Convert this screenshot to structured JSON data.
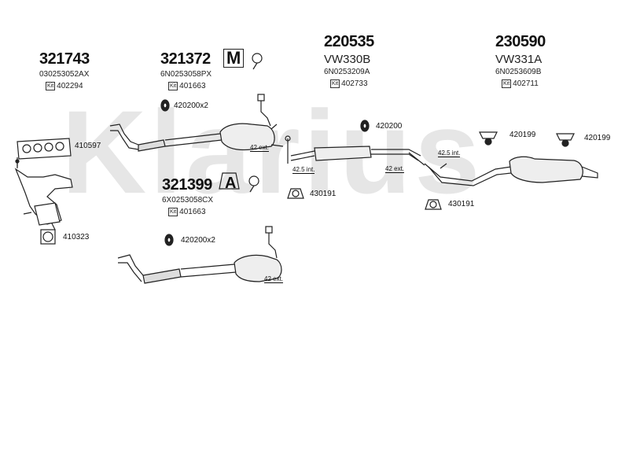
{
  "watermark": "Klarius",
  "groups": [
    {
      "part": "321743",
      "ref": "030253052AX",
      "kit": "402294"
    },
    {
      "part": "321372",
      "ref": "6N0253058PX",
      "kit": "401663"
    },
    {
      "part": "220535",
      "vw": "VW330B",
      "ref": "6N0253209A",
      "kit": "402733"
    },
    {
      "part": "230590",
      "vw": "VW331A",
      "ref": "6N0253609B",
      "kit": "402711"
    },
    {
      "part": "321399",
      "ref": "6X0253058CX",
      "kit": "401663"
    }
  ],
  "kit_tag": "Kit",
  "symbols": {
    "m_symbol": "M",
    "a_symbol": "A"
  },
  "fittings": {
    "f410597": "410597",
    "f410323": "410323",
    "f420200x2_a": "420200x2",
    "f420200": "420200",
    "f430191_a": "430191",
    "f430191_b": "430191",
    "f420199_a": "420199",
    "f420199_b": "420199",
    "f420200x2_b": "420200x2"
  },
  "measurements": {
    "m42ext_a": "42 ext.",
    "m42_5int_a": "42.5 int.",
    "m42ext_b": "42 ext.",
    "m42_5int_b": "42.5 int.",
    "m42ext_c": "42 ext."
  }
}
